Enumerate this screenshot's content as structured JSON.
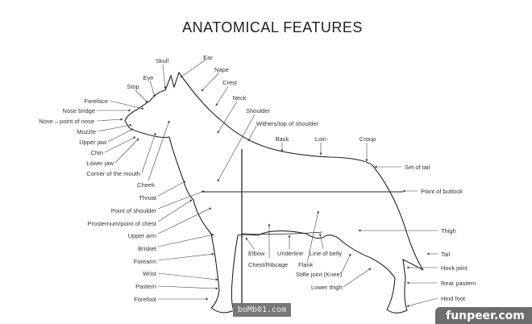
{
  "title": "ANATOMICAL FEATURES",
  "labels": [
    "Skull",
    "Ear",
    "Eye",
    "Nape",
    "Stop",
    "Crest",
    "Neck",
    "Foreface",
    "Shoulder",
    "Nose bridge",
    "Withers/top of shoulder",
    "Nose – point of nose",
    "Muzzle",
    "Back",
    "Loin",
    "Croup",
    "Upper jaw",
    "Chin",
    "Lower jaw",
    "Set of tail",
    "Corner of the mouth",
    "Cheek",
    "Point of buttock",
    "Throat",
    "Point of shoulder",
    "Prosternum/point of chest",
    "Thigh",
    "Upper arm",
    "Tail",
    "Elbow",
    "Underline",
    "Line of belly",
    "Brisket",
    "Hock joint",
    "Chest/Ribcage",
    "Flank",
    "Forearm",
    "Stifle joint (Knee)",
    "Wrist",
    "Rear pastern",
    "Pastern",
    "Lower thigh",
    "Hind foot",
    "Forefoot"
  ],
  "watermarks": {
    "left": "boMb01.com",
    "right": "funpeer.com"
  }
}
